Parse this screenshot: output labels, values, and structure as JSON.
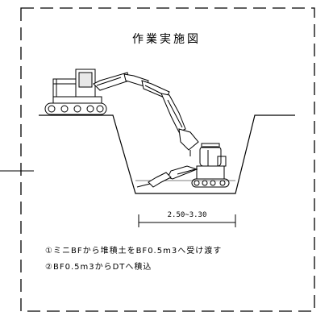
{
  "title": "作業実施図",
  "dimension": "2.50~3.30",
  "notes": [
    "①ミニBFから堆積土をBF0.5m3へ受け渡す",
    "②BF0.5m3からDTへ積込"
  ],
  "colors": {
    "line": "#000000",
    "background": "#ffffff"
  }
}
